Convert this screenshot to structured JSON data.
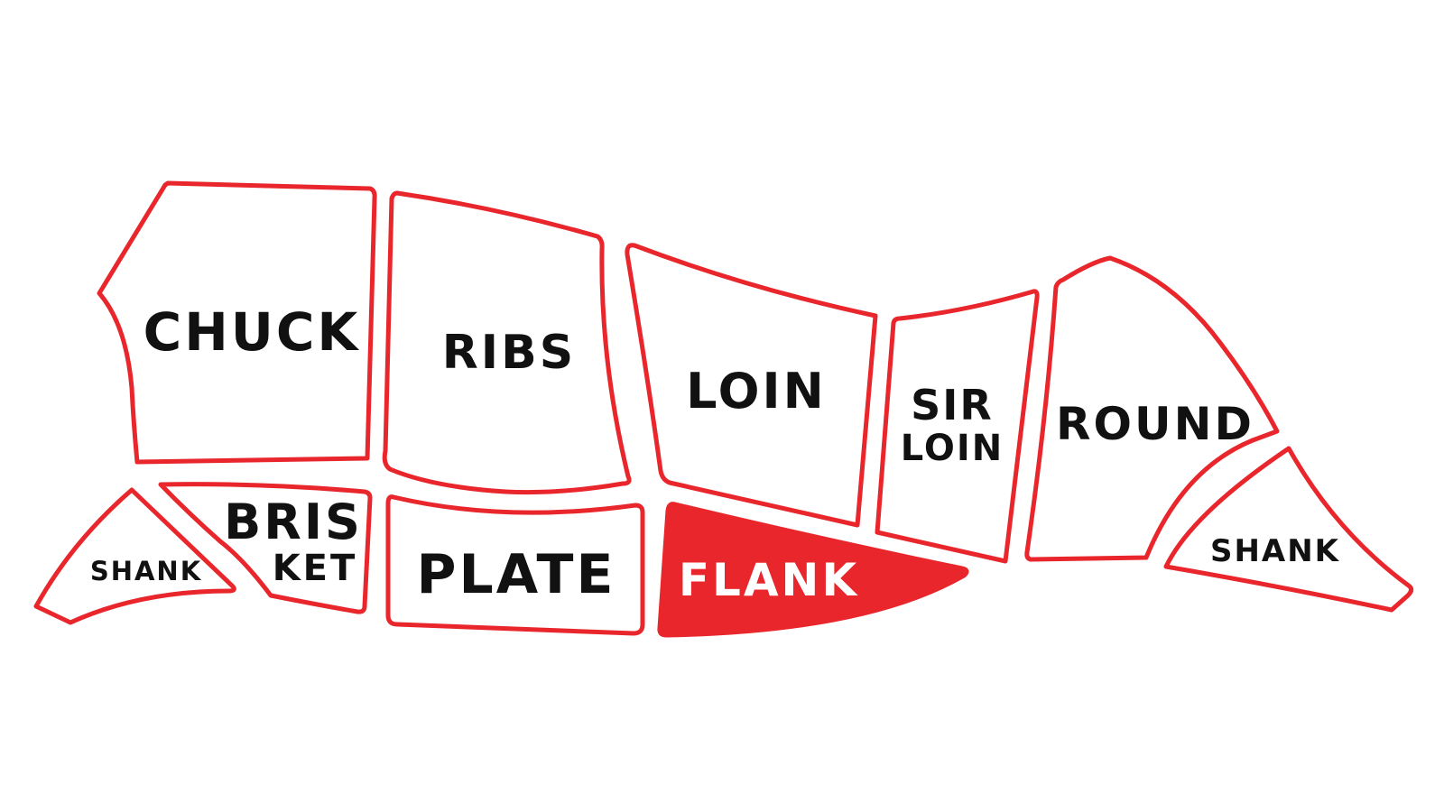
{
  "colors": {
    "outline": "#e8262b",
    "selected_fill": "#e8262b",
    "label": "#111111",
    "selected_label": "#ffffff",
    "background": "#ffffff"
  },
  "selected_cut": "flank",
  "cuts": {
    "chuck": {
      "lines": [
        "CHUCK"
      ]
    },
    "ribs": {
      "lines": [
        "RIBS"
      ]
    },
    "loin": {
      "lines": [
        "LOIN"
      ]
    },
    "sirloin": {
      "lines": [
        "SIR",
        "LOIN"
      ]
    },
    "round": {
      "lines": [
        "ROUND"
      ]
    },
    "shank_front": {
      "lines": [
        "SHANK"
      ]
    },
    "brisket": {
      "lines": [
        "BRIS",
        "KET"
      ]
    },
    "plate": {
      "lines": [
        "PLATE"
      ]
    },
    "flank": {
      "lines": [
        "FLANK"
      ]
    },
    "shank_rear": {
      "lines": [
        "SHANK"
      ]
    }
  }
}
